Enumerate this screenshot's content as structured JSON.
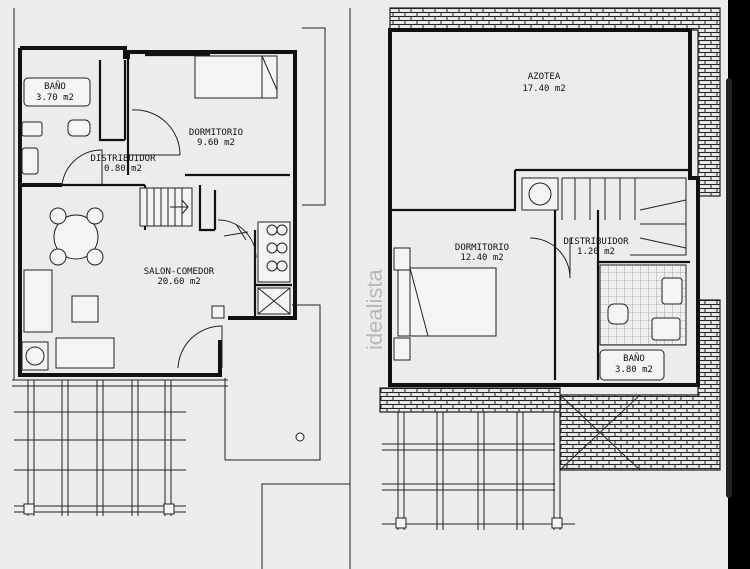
{
  "watermark": "idealista",
  "ground_floor": {
    "rooms": [
      {
        "name": "BAÑO",
        "area": "3.70 m2"
      },
      {
        "name": "DORMITORIO",
        "area": "9.60 m2"
      },
      {
        "name": "DISTRIBUIDOR",
        "area": "0.80 m2"
      },
      {
        "name": "SALON-COMEDOR",
        "area": "20.60 m2"
      }
    ]
  },
  "upper_floor": {
    "rooms": [
      {
        "name": "AZOTEA",
        "area": "17.40 m2"
      },
      {
        "name": "DORMITORIO",
        "area": "12.40 m2"
      },
      {
        "name": "DISTRIBUIDOR",
        "area": "1.20 m2"
      },
      {
        "name": "BAÑO",
        "area": "3.80 m2"
      }
    ]
  }
}
